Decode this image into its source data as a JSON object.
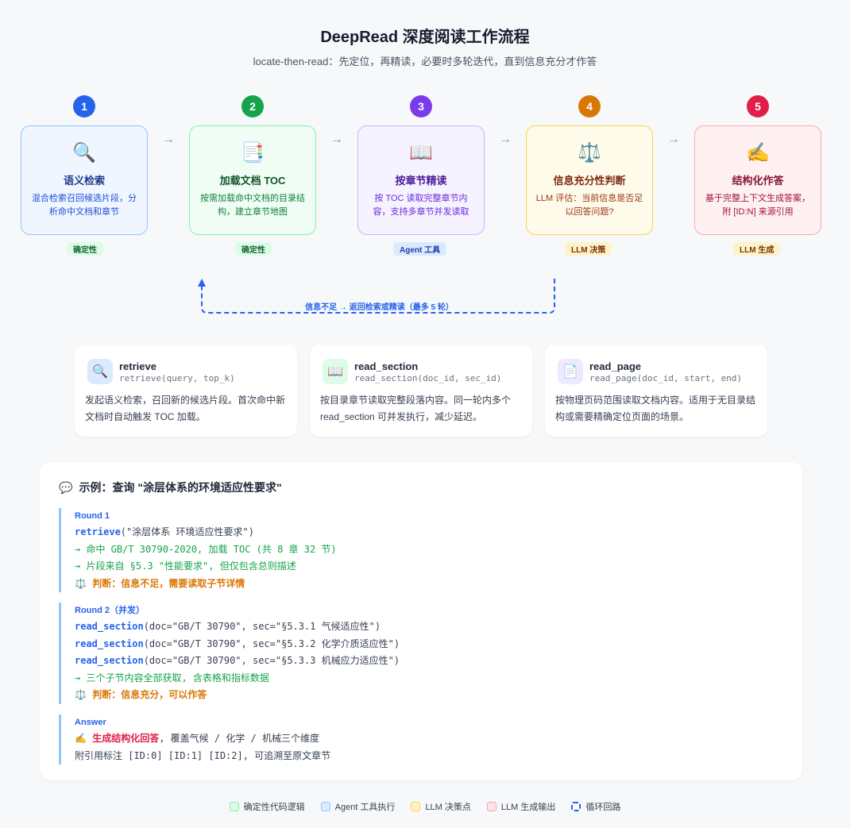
{
  "header": {
    "title": "DeepRead 深度阅读工作流程",
    "subtitle": "locate-then-read：先定位，再精读，必要时多轮迭代，直到信息充分才作答"
  },
  "steps": [
    {
      "num": "1",
      "icon": "🔍",
      "title": "语义检索",
      "desc": "混合检索召回候选片段，分析命中文档和章节",
      "tag": "确定性",
      "color": "#2563eb"
    },
    {
      "num": "2",
      "icon": "📑",
      "title": "加载文档 TOC",
      "desc": "按需加载命中文档的目录结构，建立章节地图",
      "tag": "确定性",
      "color": "#16a34a"
    },
    {
      "num": "3",
      "icon": "📖",
      "title": "按章节精读",
      "desc": "按 TOC 读取完整章节内容，支持多章节并发读取",
      "tag": "Agent 工具",
      "color": "#7c3aed"
    },
    {
      "num": "4",
      "icon": "⚖️",
      "title": "信息充分性判断",
      "desc": "LLM 评估：当前信息是否足以回答问题?",
      "tag": "LLM 决策",
      "color": "#d97706"
    },
    {
      "num": "5",
      "icon": "✍️",
      "title": "结构化作答",
      "desc": "基于完整上下文生成答案，附 [ID:N] 来源引用",
      "tag": "LLM 生成",
      "color": "#e11d48"
    }
  ],
  "loop": {
    "label": "信息不足 → 返回检索或精读（最多 5 轮）"
  },
  "tools": [
    {
      "icon": "🔍",
      "name": "retrieve",
      "signature": "retrieve(query, top_k)",
      "desc": "发起语义检索，召回新的候选片段。首次命中新文档时自动触发 TOC 加载。"
    },
    {
      "icon": "📖",
      "name": "read_section",
      "signature": "read_section(doc_id, sec_id)",
      "desc": "按目录章节读取完整段落内容。同一轮内多个 read_section 可并发执行，减少延迟。"
    },
    {
      "icon": "📄",
      "name": "read_page",
      "signature": "read_page(doc_id, start, end)",
      "desc": "按物理页码范围读取文档内容。适用于无目录结构或需要精确定位页面的场景。"
    }
  ],
  "example": {
    "icon": "💬",
    "title": "示例：查询 \"涂层体系的环境适应性要求\"",
    "round1": {
      "label": "Round 1",
      "call_fn": "retrieve",
      "call_args": "(\"涂层体系 环境适应性要求\")",
      "result1": "→ 命中 GB/T 30790-2020, 加载 TOC (共 8 章 32 节)",
      "result2": "→ 片段来自 §5.3 \"性能要求\", 但仅包含总则描述",
      "judge_icon": "⚖️",
      "judge": "判断：信息不足，需要读取子节详情"
    },
    "round2": {
      "label": "Round 2（并发）",
      "calls": [
        {
          "fn": "read_section",
          "args": "(doc=\"GB/T 30790\", sec=\"§5.3.1 气候适应性\")"
        },
        {
          "fn": "read_section",
          "args": "(doc=\"GB/T 30790\", sec=\"§5.3.2 化学介质适应性\")"
        },
        {
          "fn": "read_section",
          "args": "(doc=\"GB/T 30790\", sec=\"§5.3.3 机械应力适应性\")"
        }
      ],
      "result": "→ 三个子节内容全部获取, 含表格和指标数据",
      "judge_icon": "⚖️",
      "judge": "判断：信息充分，可以作答"
    },
    "answer": {
      "label": "Answer",
      "icon": "✍️",
      "highlight": "生成结构化回答",
      "rest": ", 覆盖气候 / 化学 / 机械三个维度",
      "line2": "附引用标注 [ID:0] [ID:1] [ID:2], 可追溯至原文章节"
    }
  },
  "legend": [
    {
      "label": "确定性代码逻辑",
      "fill": "#dcfce7",
      "border": "#86efac"
    },
    {
      "label": "Agent 工具执行",
      "fill": "#dbeafe",
      "border": "#93c5fd"
    },
    {
      "label": "LLM 决策点",
      "fill": "#fef3c7",
      "border": "#fcd34d"
    },
    {
      "label": "LLM 生成输出",
      "fill": "#ffe4e6",
      "border": "#fda4af"
    },
    {
      "label": "循环回路",
      "fill": "#ffffff",
      "border": "#2563eb"
    }
  ]
}
